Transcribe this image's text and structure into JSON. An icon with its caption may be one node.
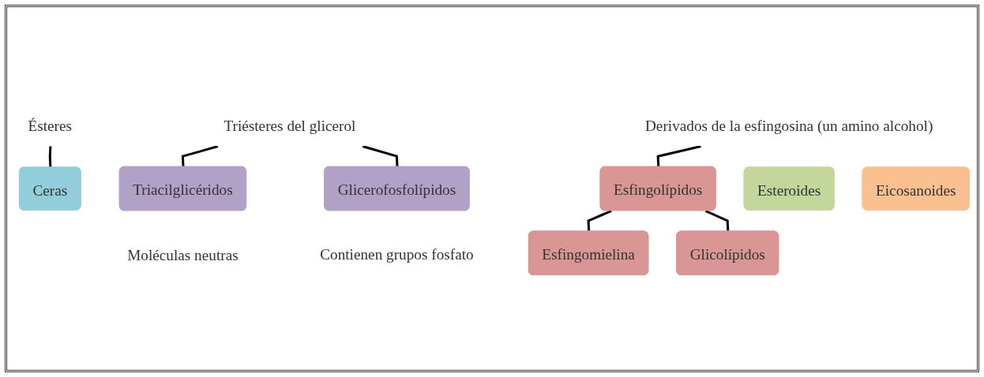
{
  "diagram": {
    "nodes": [
      {
        "text": [
          "Ésteres"
        ]
      },
      {
        "text": [
          "Triésteres del glicerol"
        ]
      },
      {
        "text": [
          "Derivados de la esfingosina (un amino alcohol)"
        ]
      },
      {
        "text": [
          "Ceras"
        ]
      },
      {
        "text": [
          "Triacilglicéridos"
        ],
        "beside": [
          "Moléculas neutras"
        ]
      },
      {
        "text": [
          "Glicerofosfolípidos"
        ],
        "beside": [
          "Contienen grupos fosfato"
        ]
      },
      {
        "text": [
          "Esfingolípidos"
        ]
      },
      {
        "text": [
          "Esteroides"
        ]
      },
      {
        "text": [
          "Eicosanoides"
        ]
      },
      {
        "text": [
          "Esfingomielina"
        ]
      },
      {
        "text": [
          "Glicolípidos"
        ]
      }
    ],
    "edges": [
      {
        "from": 0,
        "to": 3,
        "arrow": "none"
      },
      {
        "from": 1,
        "to": 4,
        "arrow": "none"
      },
      {
        "from": 1,
        "to": 5,
        "arrow": "none"
      },
      {
        "from": 2,
        "to": 6,
        "arrow": "none"
      },
      {
        "from": 6,
        "to": 9,
        "arrow": "none"
      },
      {
        "from": 6,
        "to": 10,
        "arrow": "none"
      }
    ]
  }
}
